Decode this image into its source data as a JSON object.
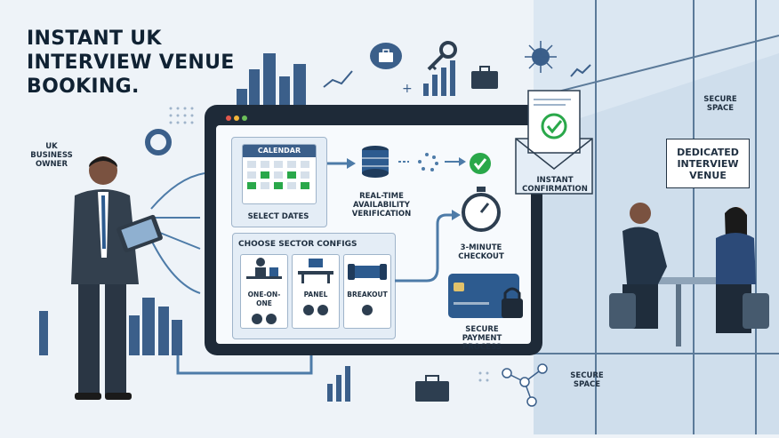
{
  "title": "INSTANT UK INTERVIEW VENUE BOOKING.",
  "owner_label": "UK BUSINESS OWNER",
  "calendar": {
    "header": "CALENDAR",
    "label": "SELECT DATES"
  },
  "verification_label": "REAL-TIME AVAILABILITY VERIFICATION",
  "sector": {
    "heading": "CHOOSE SECTOR CONFIGS",
    "options": [
      {
        "label": "ONE-ON-ONE"
      },
      {
        "label": "PANEL"
      },
      {
        "label": "BREAKOUT"
      }
    ]
  },
  "checkout_label": "3-MINUTE CHECKOUT",
  "payment_label": "SECURE PAYMENT PROCESS",
  "confirmation_label": "INSTANT CONFIRMATION",
  "venue_sign": "DEDICATED INTERVIEW VENUE",
  "secure_space_top": "SECURE SPACE",
  "secure_space_bottom": "SECURE SPACE",
  "colors": {
    "navy": "#1e2a38",
    "blue": "#3b5f8a",
    "green": "#2aa84a",
    "light": "#e4edf6"
  }
}
